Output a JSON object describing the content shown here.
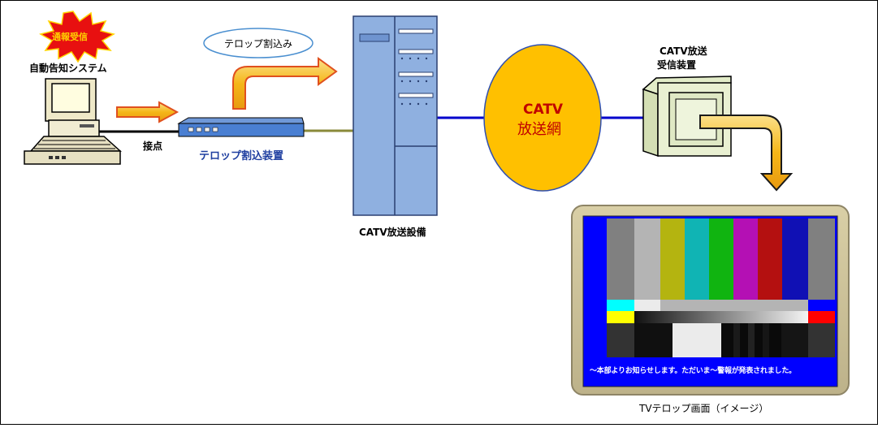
{
  "notification_burst": "通報受信",
  "alert_system": {
    "label": "自動告知システム"
  },
  "contact": {
    "label": "接点"
  },
  "telop_insert": {
    "label": "テロップ割込み"
  },
  "telop_device": {
    "label": "テロップ割込装置"
  },
  "catv_equipment": {
    "label": "CATV放送設備"
  },
  "catv_network": {
    "line1": "CATV",
    "line2": "放送網"
  },
  "receiver": {
    "line1": "CATV放送",
    "line2": "受信装置"
  },
  "tv_screen": {
    "telop_text": "～本部よりお知らせします。ただいま～警報が発表されました。",
    "caption": "TVテロップ画面（イメージ）"
  },
  "colors": {
    "arrow_fill": "#f7c31a",
    "arrow_edge": "#e0501e",
    "network_ellipse": "#ffc000",
    "network_text": "#c00000",
    "link_line": "#0000cc",
    "device_label": "#1f3fa0",
    "rack": "#8fb0e0",
    "burst": "#e81010"
  }
}
